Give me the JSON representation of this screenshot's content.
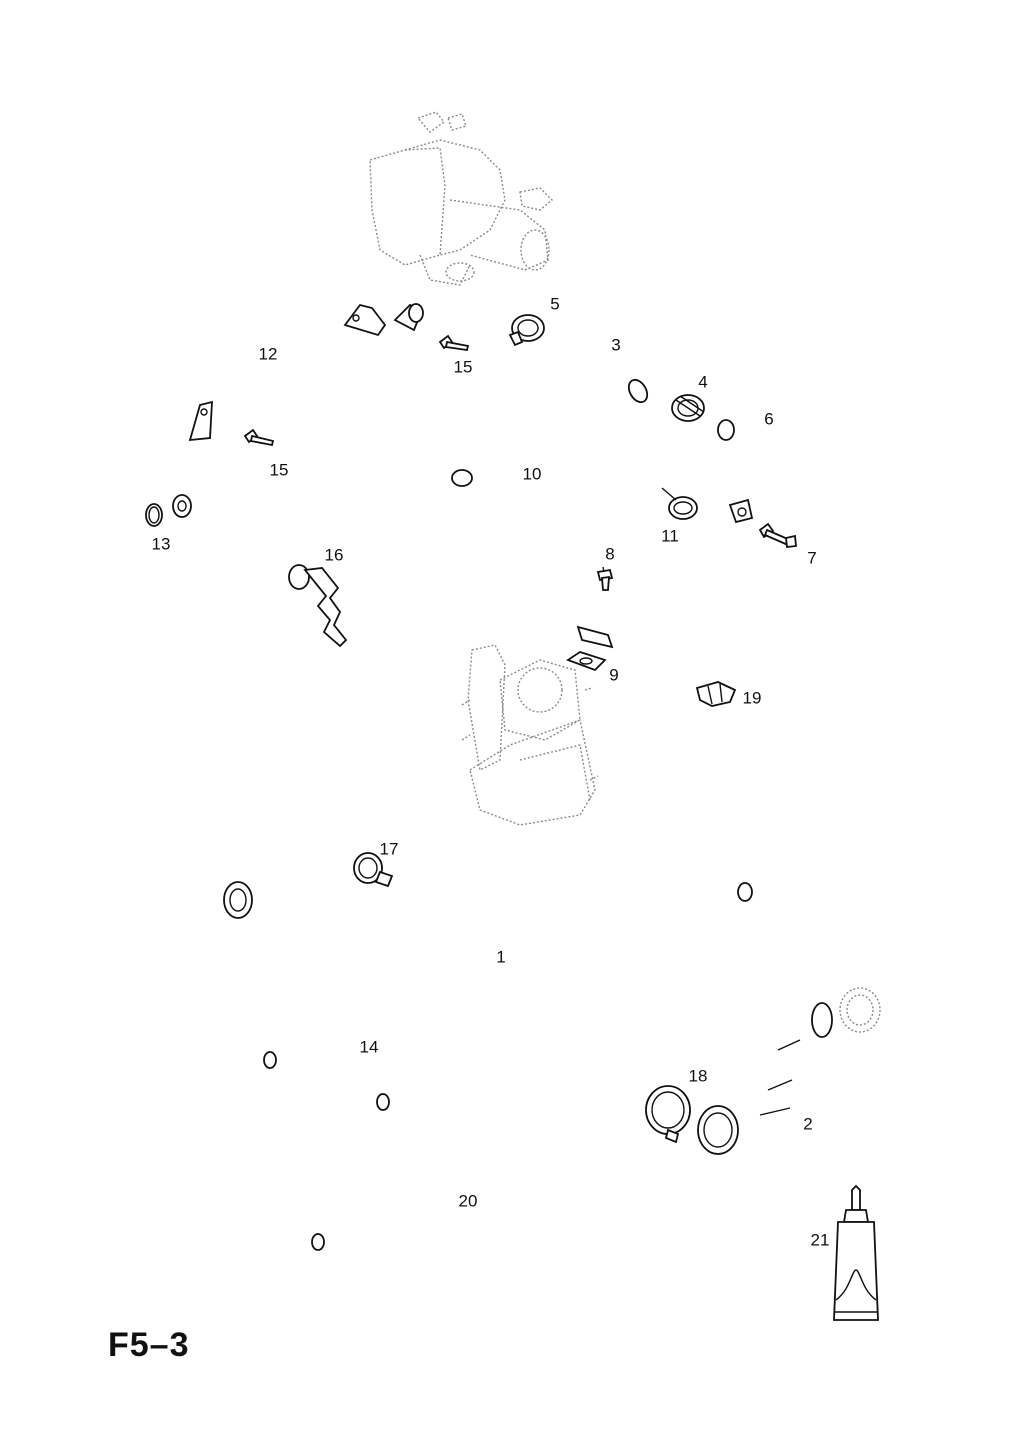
{
  "page_title": "F5–3",
  "callouts": [
    {
      "id": "1",
      "text": "1"
    },
    {
      "id": "2",
      "text": "2"
    },
    {
      "id": "3",
      "text": "3"
    },
    {
      "id": "4",
      "text": "4"
    },
    {
      "id": "5",
      "text": "5"
    },
    {
      "id": "6",
      "text": "6"
    },
    {
      "id": "7",
      "text": "7"
    },
    {
      "id": "8",
      "text": "8"
    },
    {
      "id": "9",
      "text": "9"
    },
    {
      "id": "10",
      "text": "10"
    },
    {
      "id": "11",
      "text": "11"
    },
    {
      "id": "12",
      "text": "12"
    },
    {
      "id": "13",
      "text": "13"
    },
    {
      "id": "14",
      "text": "14"
    },
    {
      "id": "15a",
      "text": "15"
    },
    {
      "id": "15b",
      "text": "15"
    },
    {
      "id": "16",
      "text": "16"
    },
    {
      "id": "17",
      "text": "17"
    },
    {
      "id": "18",
      "text": "18"
    },
    {
      "id": "19",
      "text": "19"
    },
    {
      "id": "20",
      "text": "20"
    },
    {
      "id": "21",
      "text": "21"
    }
  ],
  "colors": {
    "line": "#111111",
    "ghost": "#8a8a8a",
    "background": "#ffffff"
  }
}
